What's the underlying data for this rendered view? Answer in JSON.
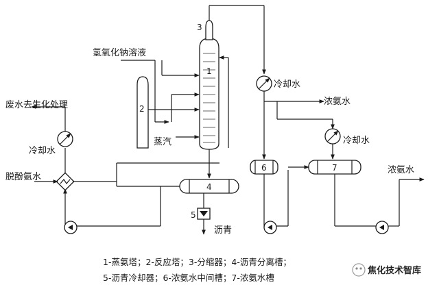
{
  "labels": {
    "naoh": "氢氧化钠溶液",
    "wastewater": "废水去生化处理",
    "cooling_water": "冷却水",
    "dephenol_ammonia": "脱酚氨水",
    "steam": "蒸汽",
    "conc_ammonia": "浓氨水",
    "pitch": "沥青"
  },
  "numbers": {
    "n1": "1",
    "n2": "2",
    "n3": "3",
    "n4": "4",
    "n5": "5",
    "n6": "6",
    "n7": "7"
  },
  "legend": {
    "line1": "1-蒸氨塔；2-反应塔；3-分缩器；4-沥青分离槽；",
    "line2": "5-沥青冷却器；6-浓氨水中间槽；7-浓氨水槽"
  },
  "watermark": "焦化技术智库"
}
